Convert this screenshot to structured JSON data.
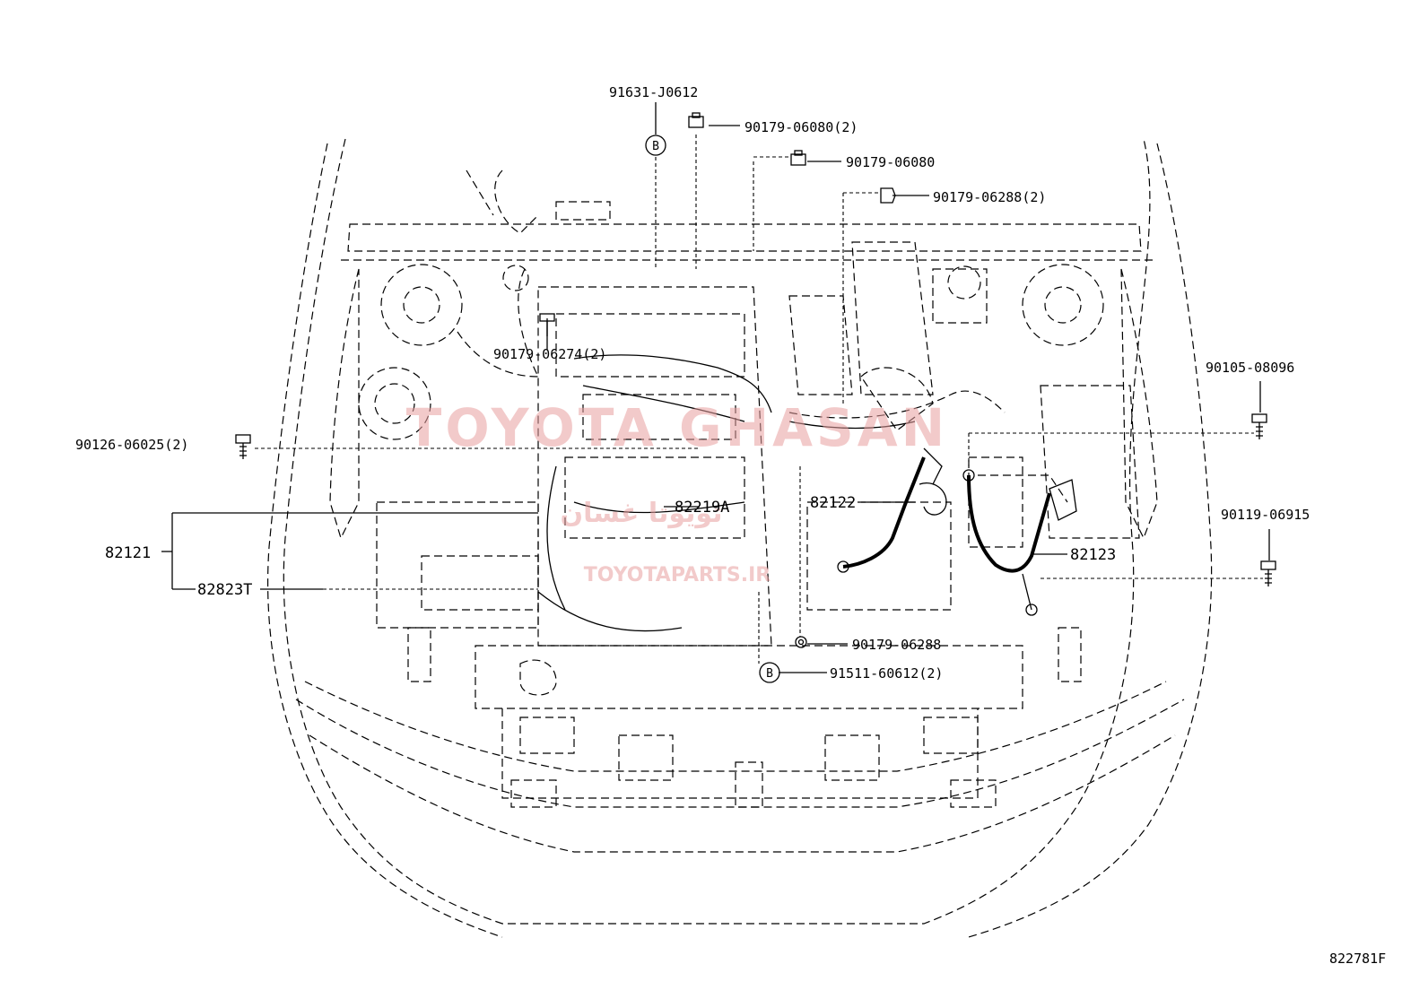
{
  "diagram_id": "822781F",
  "markers": {
    "b": "B"
  },
  "callouts": {
    "p91631": "91631-J0612",
    "p90179_06080_2": "90179-06080(2)",
    "p90179_06080": "90179-06080",
    "p90179_06288_2": "90179-06288(2)",
    "p90179_06274_2": "90179-06274(2)",
    "p90105": "90105-08096",
    "p90126": "90126-06025(2)",
    "p82122": "82122",
    "p82219A": "82219A",
    "p90119": "90119-06915",
    "p82121": "82121",
    "p82123": "82123",
    "p82823T": "82823T",
    "p90179_06288": "90179-06288",
    "p91511": "91511-60612(2)"
  },
  "watermark": {
    "main": "TOYOTA GHASAN",
    "arabic": "تويوتا غسان",
    "site": "TOYOTAPARTS.IR",
    "color": "#e9a0a0"
  },
  "line_color": "#000000",
  "background": "#ffffff"
}
